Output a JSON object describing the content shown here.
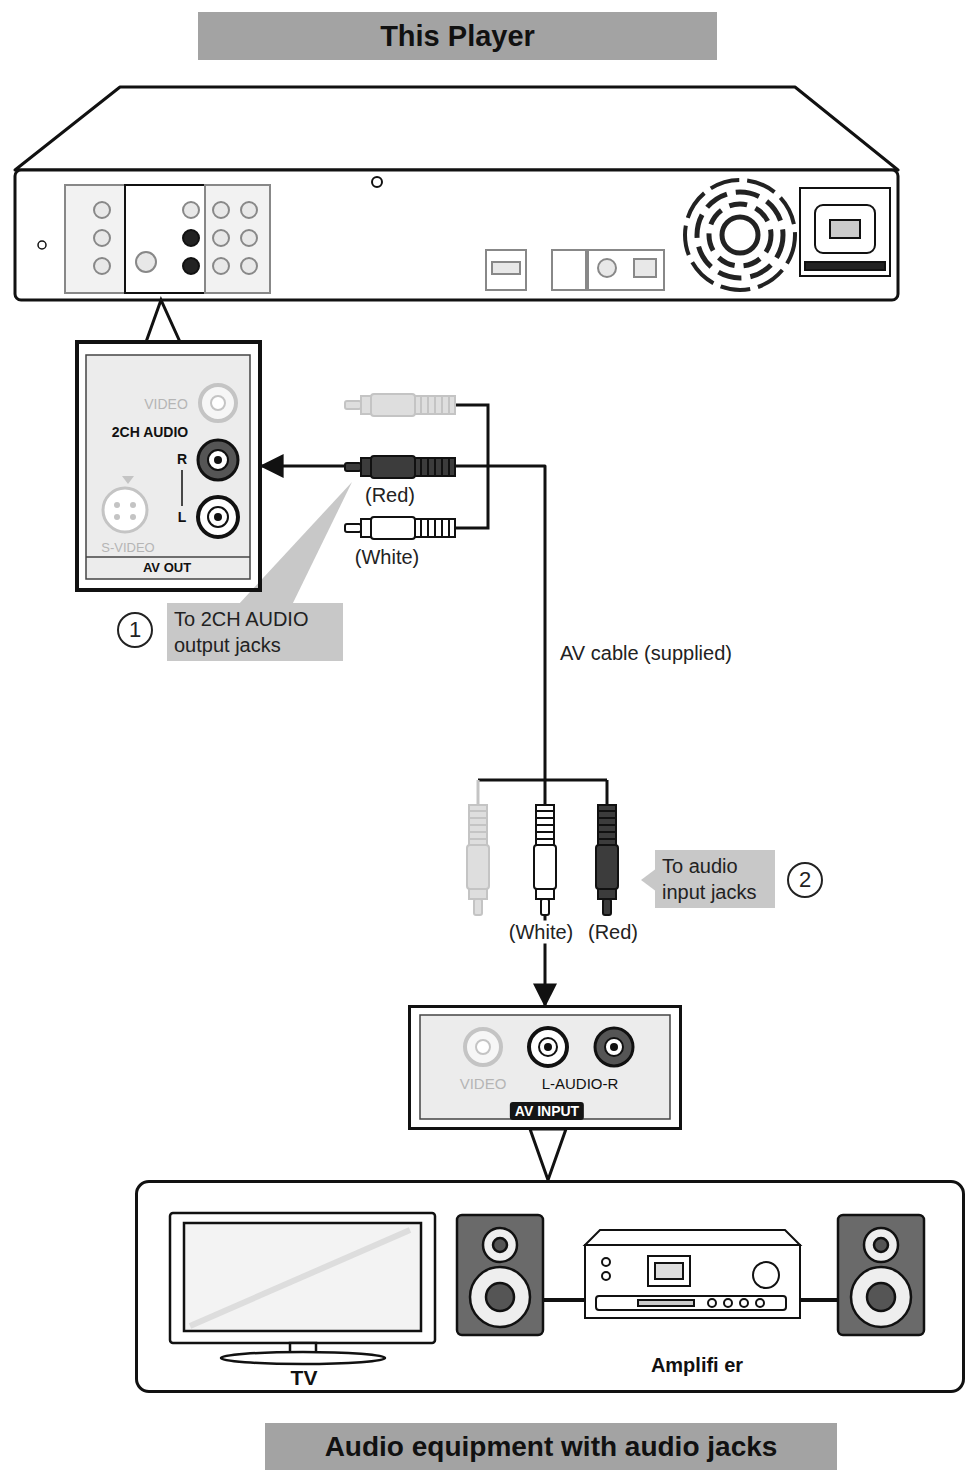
{
  "diagram": {
    "title": "This Player",
    "caption": "Audio equipment with audio jacks",
    "nodes": [
      {
        "text": [
          "VIDEO",
          "2CH AUDIO",
          "R",
          "L",
          "S-VIDEO",
          "AV OUT"
        ]
      },
      {
        "text": [
          "To 2CH AUDIO output jacks"
        ]
      },
      {
        "text": [
          "To audio input jacks"
        ]
      },
      {
        "text": [
          "VIDEO",
          "L-AUDIO-R",
          "AV INPUT"
        ]
      },
      {
        "text": [
          "TV",
          "Amplifi er"
        ]
      }
    ],
    "edges": [
      {
        "from": 0,
        "to": 3,
        "label": "AV cable (supplied)",
        "arrow": "both"
      }
    ],
    "labels": [
      "(Red)",
      "(White)",
      "1",
      "(White)",
      "(Red)",
      "2"
    ]
  }
}
